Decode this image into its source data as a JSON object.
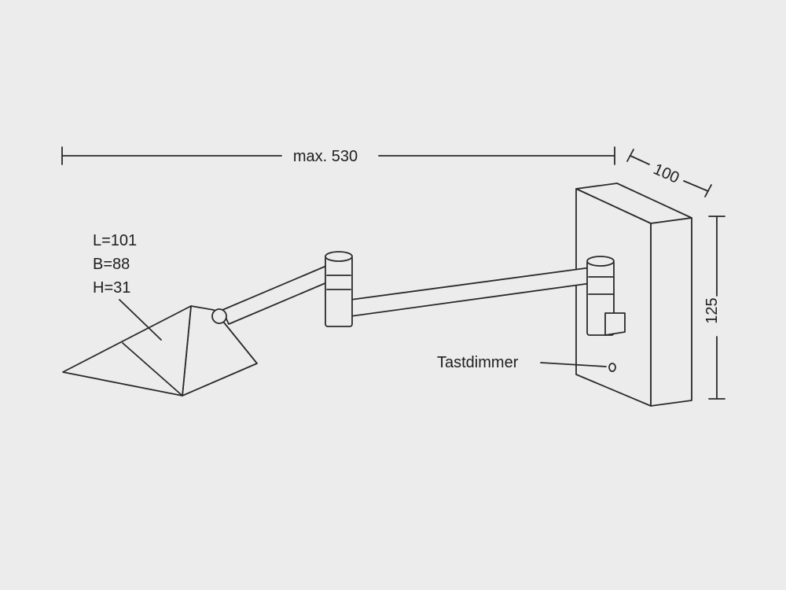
{
  "dimensions": {
    "max_length_label": "max. 530",
    "depth_label": "100",
    "height_label": "125"
  },
  "lamp_head_specs": [
    "L=101",
    "B=88",
    "H=31"
  ],
  "callouts": {
    "dimmer_label": "Tastdimmer"
  },
  "colors": {
    "background": "#ececec",
    "line": "#2a2a2a"
  }
}
